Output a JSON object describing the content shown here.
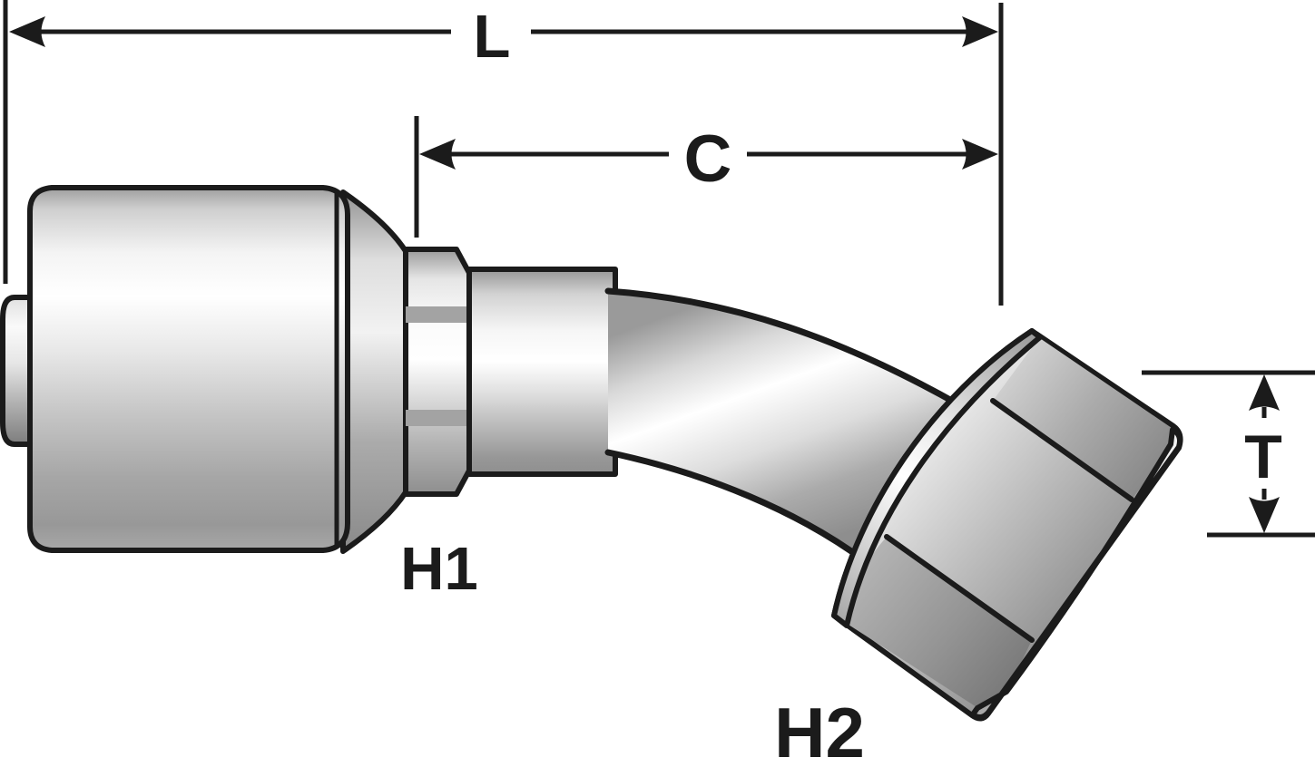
{
  "diagram": {
    "description": "Dimensional side-view technical drawing of a 45-degree bent-tube female swivel hydraulic hose coupling with crimp shell",
    "background_color": "#ffffff",
    "line_color": "#1b1b1b",
    "labels": {
      "overall_length": "L",
      "cutoff_length": "C",
      "nut_thickness": "T",
      "hex_1": "H1",
      "hex_2": "H2"
    },
    "metal_shades": {
      "highlight": "#ffffff",
      "light": "#e8e8e8",
      "mid": "#c0c0c0",
      "dark": "#8e8e8e",
      "deep": "#6f6f6f"
    }
  }
}
